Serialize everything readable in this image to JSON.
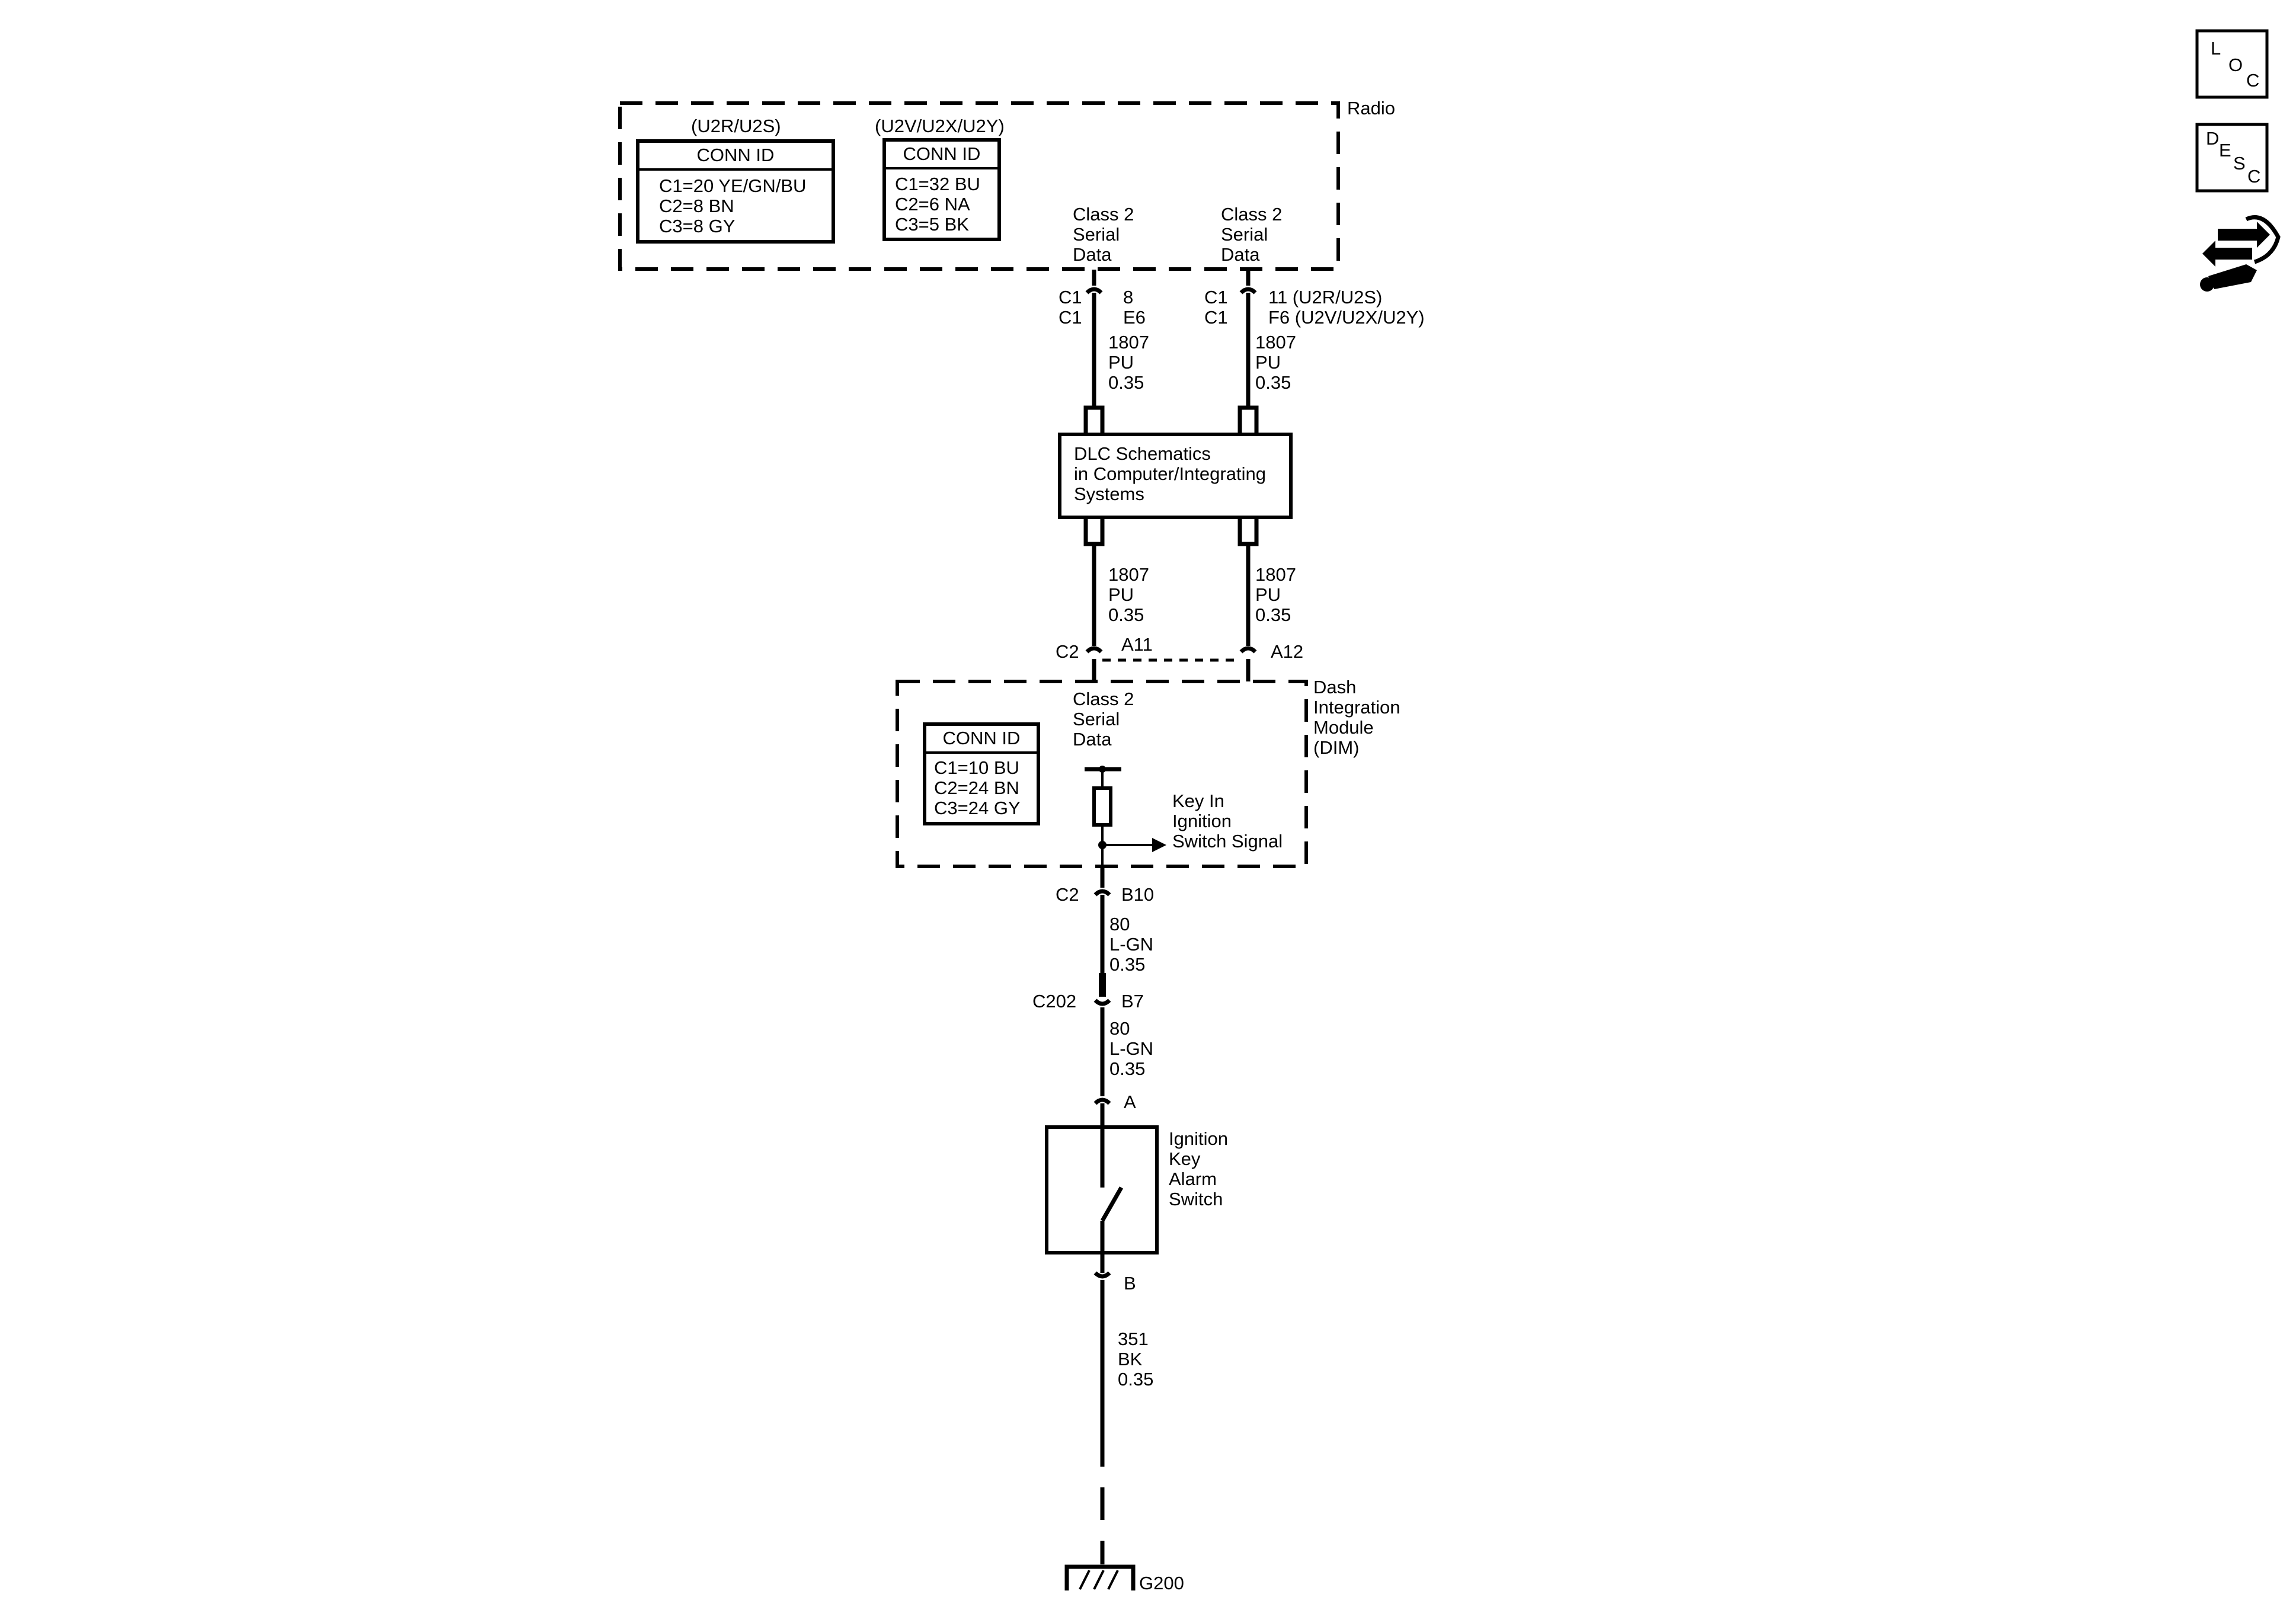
{
  "radio": {
    "label": "Radio",
    "variant_a": "(U2R/U2S)",
    "variant_b": "(U2V/U2X/U2Y)",
    "conn_a": {
      "title": "CONN ID",
      "lines": [
        "C1=20 YE/GN/BU",
        "C2=8 BN",
        "C3=8 GY"
      ]
    },
    "conn_b": {
      "title": "CONN ID",
      "lines": [
        "C1=32 BU",
        "C2=6 NA",
        "C3=5 BK"
      ]
    },
    "signal_left": [
      "Class 2",
      "Serial",
      "Data"
    ],
    "signal_right": [
      "Class 2",
      "Serial",
      "Data"
    ]
  },
  "pins": {
    "left_conn": [
      "C1",
      "C1"
    ],
    "left_pin": [
      "8",
      "E6"
    ],
    "right_conn": [
      "C1",
      "C1"
    ],
    "right_pin": [
      "11 (U2R/U2S)",
      "F6 (U2V/U2X/U2Y)"
    ]
  },
  "wires": {
    "upper_left": [
      "1807",
      "PU",
      "0.35"
    ],
    "upper_right": [
      "1807",
      "PU",
      "0.35"
    ],
    "lower_left": [
      "1807",
      "PU",
      "0.35"
    ],
    "lower_right": [
      "1807",
      "PU",
      "0.35"
    ],
    "w80_a": [
      "80",
      "L-GN",
      "0.35"
    ],
    "w80_b": [
      "80",
      "L-GN",
      "0.35"
    ],
    "w351": [
      "351",
      "BK",
      "0.35"
    ]
  },
  "dlc": {
    "lines": [
      "DLC Schematics",
      "in Computer/Integrating",
      "Systems"
    ]
  },
  "dim": {
    "conn_c2": "C2",
    "pin_a11": "A11",
    "pin_a12": "A12",
    "label": [
      "Dash",
      "Integration",
      "Module",
      "(DIM)"
    ],
    "signal": [
      "Class 2",
      "Serial",
      "Data"
    ],
    "conn": {
      "title": "CONN ID",
      "lines": [
        "C1=10 BU",
        "C2=24 BN",
        "C3=24 GY"
      ]
    },
    "output": [
      "Key In",
      "Ignition",
      "Switch Signal"
    ],
    "c2_b10": [
      "C2",
      "B10"
    ]
  },
  "c202": [
    "C202",
    "B7"
  ],
  "switch": {
    "pin_a": "A",
    "pin_b": "B",
    "label": [
      "Ignition",
      "Key",
      "Alarm",
      "Switch"
    ]
  },
  "ground": {
    "label": "G200"
  },
  "icons": {
    "loc": [
      "L",
      "O",
      "C"
    ],
    "desc": [
      "D",
      "E",
      "S",
      "C"
    ],
    "third": "repair-hand-icon"
  }
}
